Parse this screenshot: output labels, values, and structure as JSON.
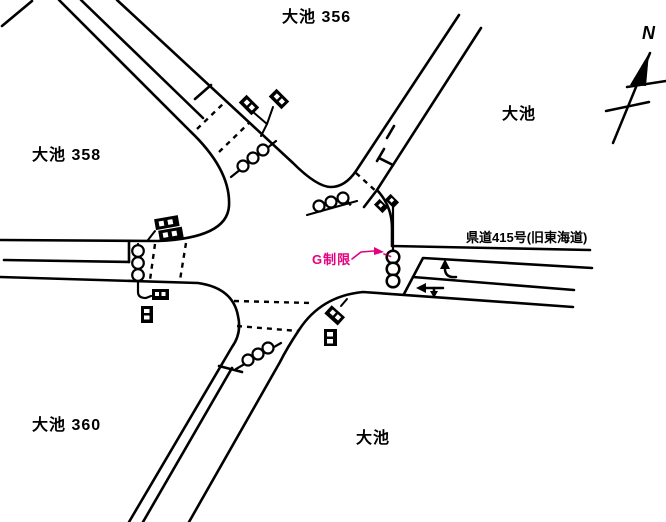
{
  "diagram": {
    "labels": {
      "area_top": "大池 356",
      "area_left": "大池 358",
      "area_bottom_left": "大池 360",
      "area_right": "大池",
      "area_bottom": "大池",
      "east_road_name": "県道415号(旧東海道)",
      "signal_annotation": "G制限",
      "compass_north": "N"
    },
    "colors": {
      "line": "#000000",
      "background": "#ffffff",
      "annotation_pink": "#e4007f"
    }
  }
}
